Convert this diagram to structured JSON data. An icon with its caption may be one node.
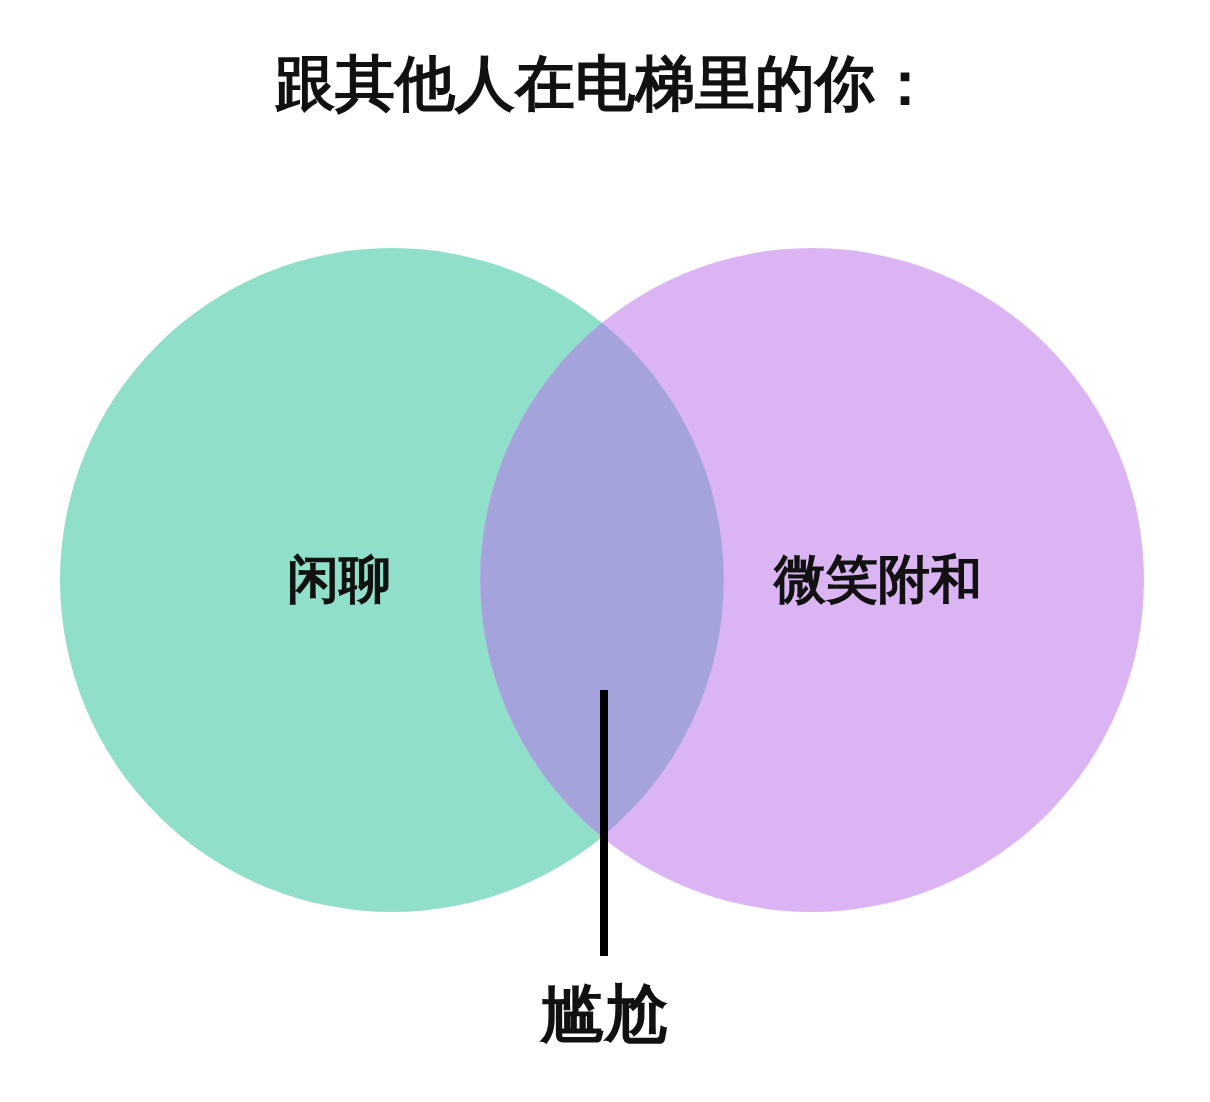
{
  "diagram": {
    "title": "跟其他人在电梯里的你：",
    "nodes": [
      {
        "text": [
          "闲聊"
        ]
      },
      {
        "text": [
          "微笑附和"
        ]
      },
      {
        "text": [
          "尴尬"
        ]
      },
      {
        "text": [],
        "shape": "lens"
      }
    ],
    "edges": [
      {
        "from": 2,
        "to": 3,
        "arrow": "none"
      }
    ]
  }
}
